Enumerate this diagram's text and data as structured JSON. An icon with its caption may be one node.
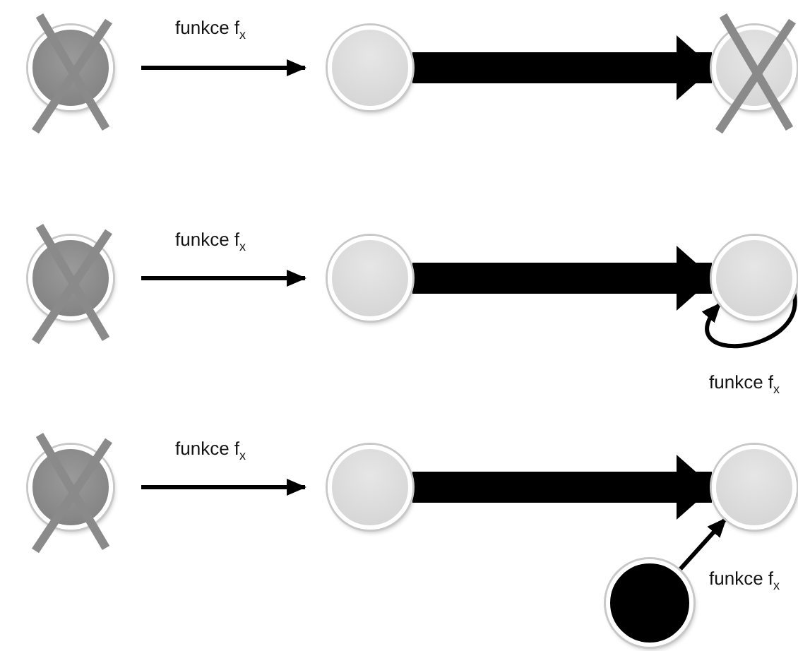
{
  "diagram": {
    "nodes": [
      {
        "text": [],
        "shape": "circle"
      },
      {
        "text": [],
        "shape": "circle"
      },
      {
        "text": [],
        "shape": "circle"
      },
      {
        "text": [],
        "shape": "circle"
      },
      {
        "text": [],
        "shape": "circle"
      },
      {
        "text": [],
        "shape": "circle"
      },
      {
        "text": [],
        "shape": "circle"
      },
      {
        "text": [],
        "shape": "circle"
      },
      {
        "text": [],
        "shape": "circle"
      },
      {
        "text": [],
        "shape": "circle"
      }
    ],
    "edges": [
      {
        "from": 0,
        "to": 1,
        "arrow": "to",
        "label": "funkce f$_{x}$"
      },
      {
        "from": 1,
        "to": 2,
        "arrow": "to",
        "style": "thick"
      },
      {
        "from": 3,
        "to": 4,
        "arrow": "to",
        "label": "funkce f$_{x}$"
      },
      {
        "from": 4,
        "to": 5,
        "arrow": "to",
        "style": "thick"
      },
      {
        "from": 5,
        "to": 5,
        "arrow": "to",
        "label": "funkce f$_{x}$"
      },
      {
        "from": 6,
        "to": 7,
        "arrow": "to",
        "label": "funkce f$_{x}$"
      },
      {
        "from": 7,
        "to": 8,
        "arrow": "to",
        "style": "thick"
      },
      {
        "from": 9,
        "to": 8,
        "arrow": "to",
        "label": "funkce f$_{x}$"
      }
    ]
  }
}
